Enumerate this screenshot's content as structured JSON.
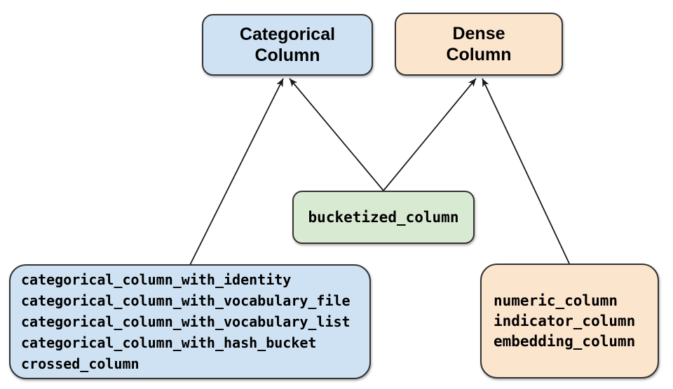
{
  "diagram": {
    "nodes": {
      "categorical_column": {
        "label": "Categorical\nColumn",
        "fill": "#cfe2f3"
      },
      "dense_column": {
        "label": "Dense\nColumn",
        "fill": "#fce5cd"
      },
      "bucketized_column": {
        "label": "bucketized_column",
        "fill": "#d9ead3"
      },
      "categorical_group": {
        "fill": "#cfe2f3",
        "items": [
          "categorical_column_with_identity",
          "categorical_column_with_vocabulary_file",
          "categorical_column_with_vocabulary_list",
          "categorical_column_with_hash_bucket",
          "crossed_column"
        ]
      },
      "dense_group": {
        "fill": "#fce5cd",
        "items": [
          "numeric_column",
          "indicator_column",
          "embedding_column"
        ]
      }
    },
    "edges": [
      {
        "from": "categorical_group",
        "to": "categorical_column"
      },
      {
        "from": "bucketized_column",
        "to": "categorical_column"
      },
      {
        "from": "bucketized_column",
        "to": "dense_column"
      },
      {
        "from": "dense_group",
        "to": "dense_column"
      }
    ],
    "colors": {
      "background": "#ffffff",
      "border": "#333333",
      "arrow": "#1a1a1a",
      "text": "#000000",
      "categorical_fill": "#cfe2f3",
      "dense_fill": "#fce5cd",
      "bucketized_fill": "#d9ead3"
    }
  }
}
